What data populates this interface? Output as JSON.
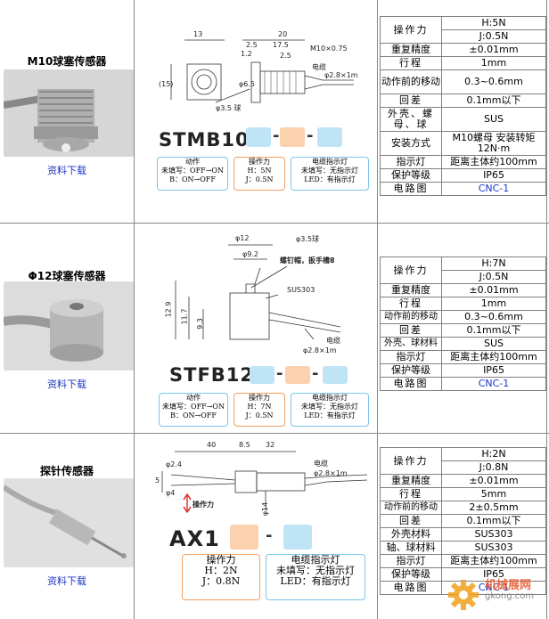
{
  "sensors": [
    {
      "name": "M10球塞传感器",
      "download": "资料下载",
      "model": "STMB10",
      "legend": {
        "action": {
          "title": "动作",
          "lines": [
            "未填写：OFF→ON",
            "B：ON→OFF"
          ]
        },
        "force": {
          "title": "操作力",
          "lines": [
            "H：5N",
            "J：0.5N"
          ]
        },
        "cable": {
          "title": "电缆指示灯",
          "lines": [
            "未填写：无指示灯",
            "LED：有指示灯"
          ]
        }
      },
      "dims": {
        "d1": "13",
        "d2": "20",
        "d3": "2.5",
        "d4": "17.5",
        "d5": "M10×0.75",
        "d6": "1.2",
        "d7": "2.5",
        "d8": "电缆",
        "d9": "φ2.8×1m",
        "d10": "(15)",
        "d11": "φ6.5",
        "d12": "φ3.5 球"
      },
      "specs": [
        {
          "label": "操作力",
          "values": [
            "H:5N",
            "J:0.5N"
          ]
        },
        {
          "label": "重复精度",
          "values": [
            "±0.01mm"
          ]
        },
        {
          "label": "行程",
          "values": [
            "1mm"
          ]
        },
        {
          "label": "动作前的移动",
          "values": [
            "0.3~0.6mm"
          ]
        },
        {
          "label": "回差",
          "values": [
            "0.1mm以下"
          ]
        },
        {
          "label": "外壳、螺母、球",
          "values": [
            "SUS"
          ]
        },
        {
          "label": "安装方式",
          "values": [
            "M10螺母 安装转矩12N·m"
          ]
        },
        {
          "label": "指示灯",
          "values": [
            "距离主体约100mm"
          ]
        },
        {
          "label": "保护等级",
          "values": [
            "IP65"
          ]
        },
        {
          "label": "电路图",
          "values": [
            "CNC-1"
          ]
        }
      ]
    },
    {
      "name": "Φ12球塞传感器",
      "download": "资料下载",
      "model": "STFB12",
      "legend": {
        "action": {
          "title": "动作",
          "lines": [
            "未填写：OFF→ON",
            "B：ON→OFF"
          ]
        },
        "force": {
          "title": "操作力",
          "lines": [
            "H：7N",
            "J：0.5N"
          ]
        },
        "cable": {
          "title": "电缆指示灯",
          "lines": [
            "未填写：无指示灯",
            "LED：有指示灯"
          ]
        }
      },
      "dims": {
        "d1": "φ12",
        "d2": "φ9.2",
        "d3": "φ3.5球",
        "d4": "螺钉帽，扳手槽8",
        "d5": "SUS303",
        "d6": "12.9",
        "d7": "11.7",
        "d8": "9.3",
        "d9": "电缆",
        "d10": "φ2.8×1m"
      },
      "specs": [
        {
          "label": "操作力",
          "values": [
            "H:7N",
            "J:0.5N"
          ]
        },
        {
          "label": "重复精度",
          "values": [
            "±0.01mm"
          ]
        },
        {
          "label": "行程",
          "values": [
            "1mm"
          ]
        },
        {
          "label": "动作前的移动",
          "values": [
            "0.3~0.6mm"
          ]
        },
        {
          "label": "回差",
          "values": [
            "0.1mm以下"
          ]
        },
        {
          "label": "外壳、球材料",
          "values": [
            "SUS"
          ]
        },
        {
          "label": "指示灯",
          "values": [
            "距离主体约100mm"
          ]
        },
        {
          "label": "保护等级",
          "values": [
            "IP65"
          ]
        },
        {
          "label": "电路图",
          "values": [
            "CNC-1"
          ]
        }
      ]
    },
    {
      "name": "探针传感器",
      "download": "资料下载",
      "model": "AX1",
      "legend": {
        "force": {
          "title": "操作力",
          "lines": [
            "H：2N",
            "J：0.8N"
          ]
        },
        "cable": {
          "title": "电缆指示灯",
          "lines": [
            "未填写：无指示灯",
            "LED：有指示灯"
          ]
        }
      },
      "dims": {
        "d1": "40",
        "d2": "8.5",
        "d3": "32",
        "d4": "φ2.4",
        "d5": "电缆",
        "d6": "φ2.8×1m",
        "d7": "5",
        "d8": "φ4",
        "d9": "操作力",
        "d10": "φ14"
      },
      "specs": [
        {
          "label": "操作力",
          "values": [
            "H:2N",
            "J:0.8N"
          ]
        },
        {
          "label": "重复精度",
          "values": [
            "±0.01mm"
          ]
        },
        {
          "label": "行程",
          "values": [
            "5mm"
          ]
        },
        {
          "label": "动作前的移动",
          "values": [
            "2±0.5mm"
          ]
        },
        {
          "label": "回差",
          "values": [
            "0.1mm以下"
          ]
        },
        {
          "label": "外壳材料",
          "values": [
            "SUS303"
          ]
        },
        {
          "label": "轴、球材料",
          "values": [
            "SUS303"
          ]
        },
        {
          "label": "指示灯",
          "values": [
            "距离主体约100mm"
          ]
        },
        {
          "label": "保护等级",
          "values": [
            "IP65"
          ]
        },
        {
          "label": "电路图",
          "values": [
            "CNC-1"
          ]
        }
      ]
    }
  ],
  "watermark": {
    "line1": "机械展网",
    "line2": "gkong.com"
  },
  "colors": {
    "link": "#1a35c7",
    "box_blue": "#bfe4f5",
    "box_orange": "#fbd1ae"
  }
}
